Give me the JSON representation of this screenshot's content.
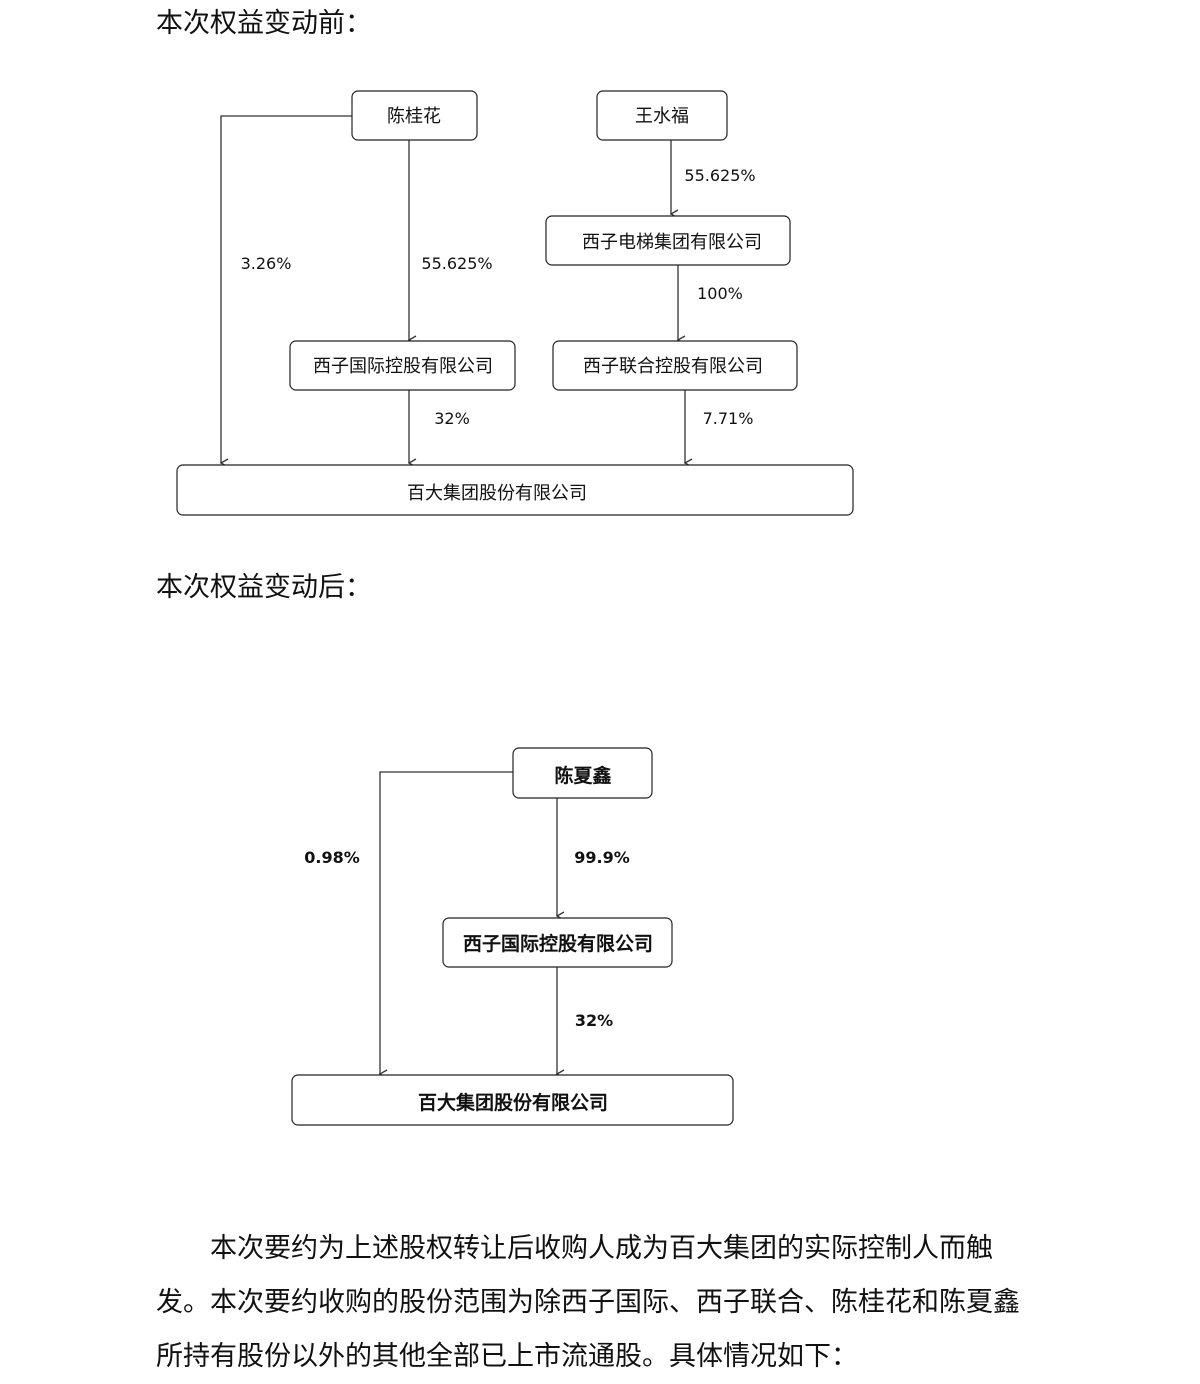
{
  "before": {
    "heading": "本次权益变动前：",
    "entities": {
      "chen_guihua": "陈桂花",
      "wang_shuifu": "王水福",
      "xizi_elevator": "西子电梯集团有限公司",
      "xizi_intl": "西子国际控股有限公司",
      "xizi_lianhe": "西子联合控股有限公司",
      "baida": "百大集团股份有限公司"
    },
    "pct": {
      "chen_to_baida": "3.26%",
      "chen_to_intl": "55.625%",
      "wang_to_elevator": "55.625%",
      "elevator_to_lianhe": "100%",
      "intl_to_baida": "32%",
      "lianhe_to_baida": "7.71%"
    }
  },
  "after": {
    "heading": "本次权益变动后：",
    "entities": {
      "chen_xiaxin": "陈夏鑫",
      "xizi_intl": "西子国际控股有限公司",
      "baida": "百大集团股份有限公司"
    },
    "pct": {
      "chen_to_baida": "0.98%",
      "chen_to_intl": "99.9%",
      "intl_to_baida": "32%"
    }
  },
  "paragraph": {
    "line1": "本次要约为上述股权转让后收购人成为百大集团的实际控制人而触",
    "line2": "发。本次要约收购的股份范围为除西子国际、西子联合、陈桂花和陈夏鑫",
    "line3": "所持有股份以外的其他全部已上市流通股。具体情况如下："
  }
}
